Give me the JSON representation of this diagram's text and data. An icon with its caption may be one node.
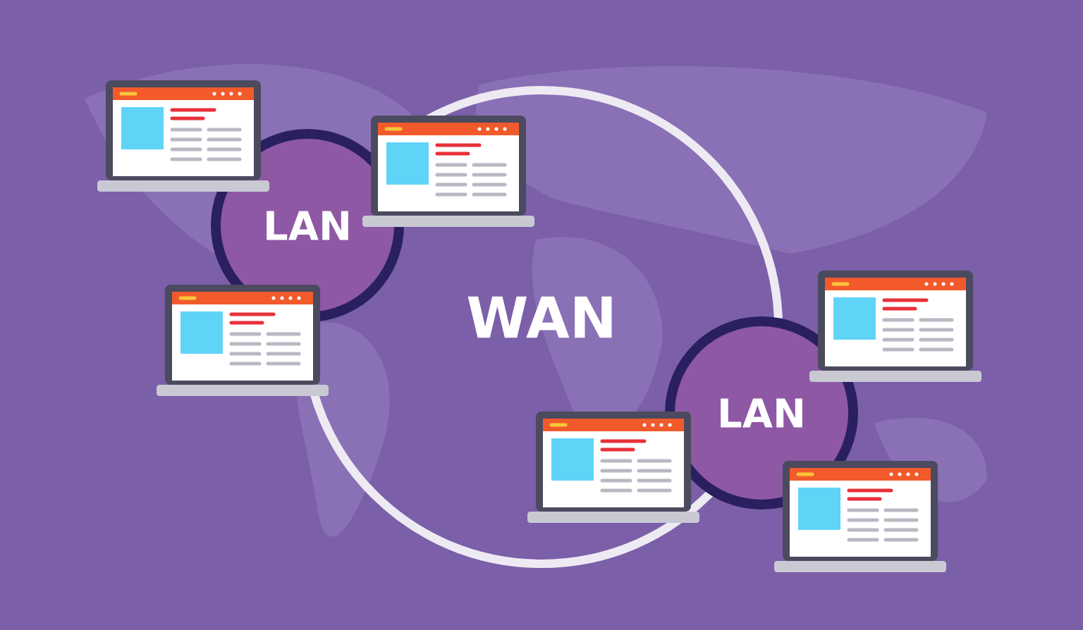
{
  "diagram": {
    "nodes": [
      {
        "text": [
          "WAN"
        ]
      },
      {
        "text": [
          "LAN"
        ]
      },
      {
        "text": [
          "LAN"
        ]
      },
      {
        "text": [],
        "shape": "laptop"
      },
      {
        "text": [],
        "shape": "laptop",
        "in": 0
      },
      {
        "text": [],
        "shape": "laptop"
      },
      {
        "text": [],
        "shape": "laptop"
      },
      {
        "text": [],
        "shape": "laptop",
        "in": 0
      },
      {
        "text": [],
        "shape": "laptop"
      }
    ]
  }
}
